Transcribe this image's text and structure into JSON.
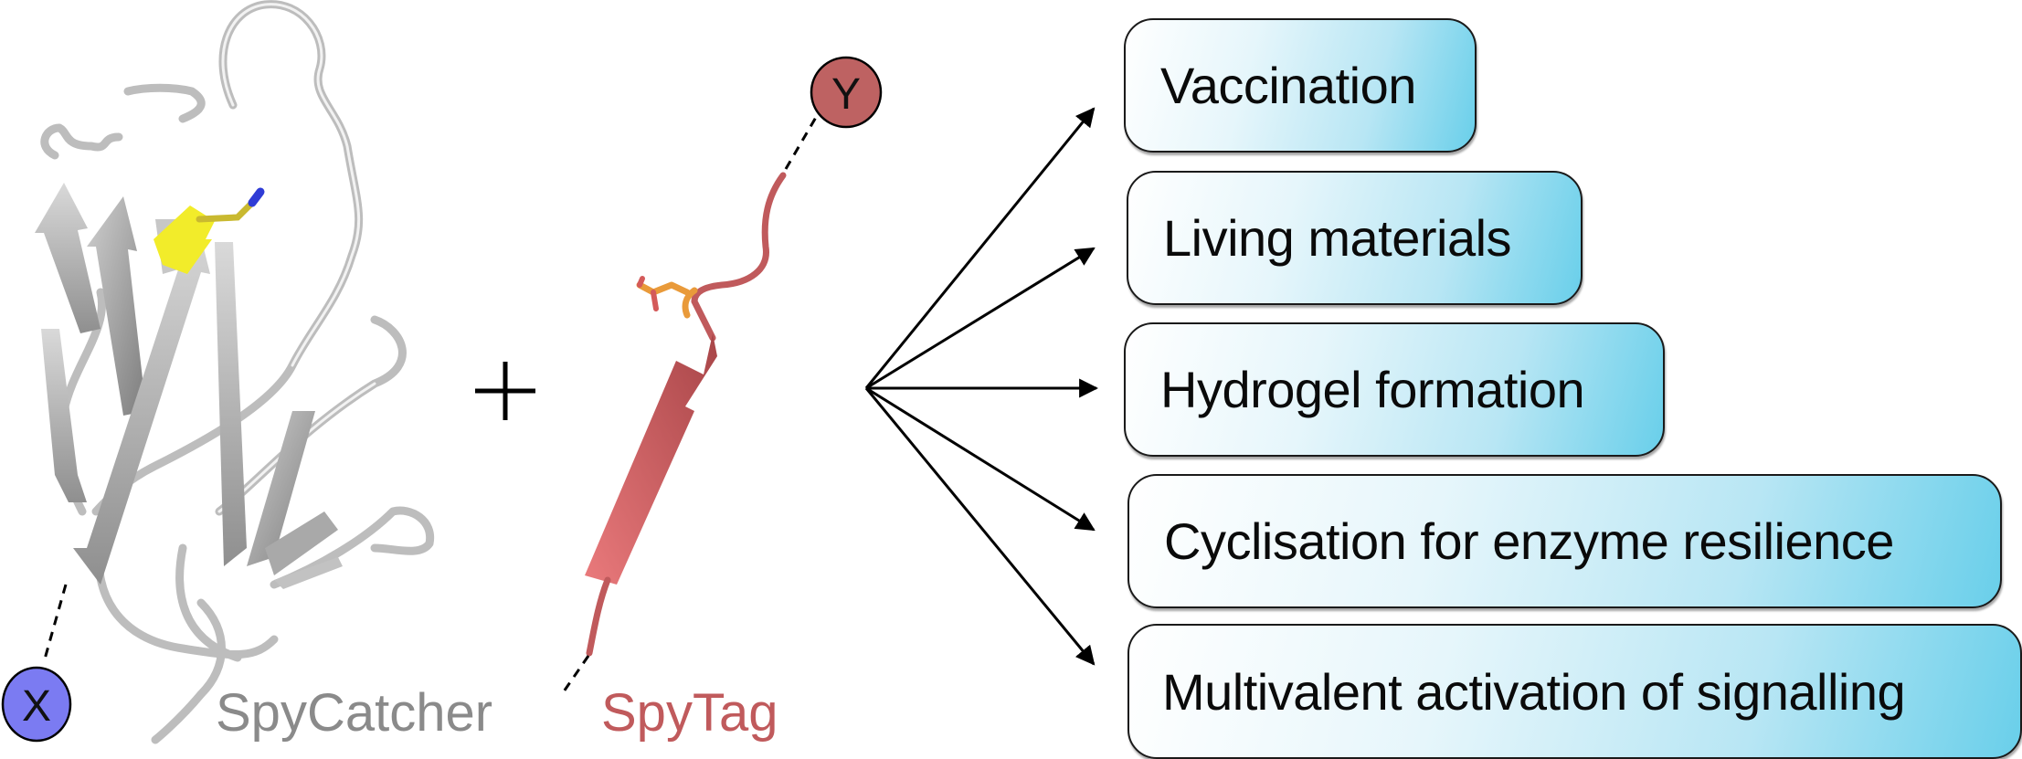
{
  "figure": {
    "reactants": {
      "catcher": {
        "name": "SpyCatcher",
        "color": "#8a8a8a",
        "fused_partner": "X",
        "partner_color": "#7b7bf2",
        "reactive_residue_color": "#f2ec2a"
      },
      "operator": "+",
      "tag": {
        "name": "SpyTag",
        "color": "#c05a5c",
        "fused_partner": "Y",
        "partner_color": "#be6262",
        "reactive_residue_color": "#e99a3a"
      }
    },
    "applications": [
      {
        "label": "Vaccination"
      },
      {
        "label": "Living materials"
      },
      {
        "label": "Hydrogel formation"
      },
      {
        "label": "Cyclisation for enzyme resilience"
      },
      {
        "label": "Multivalent activation of signalling"
      }
    ],
    "box_gradient": [
      "#ffffff",
      "#69cfea"
    ]
  }
}
